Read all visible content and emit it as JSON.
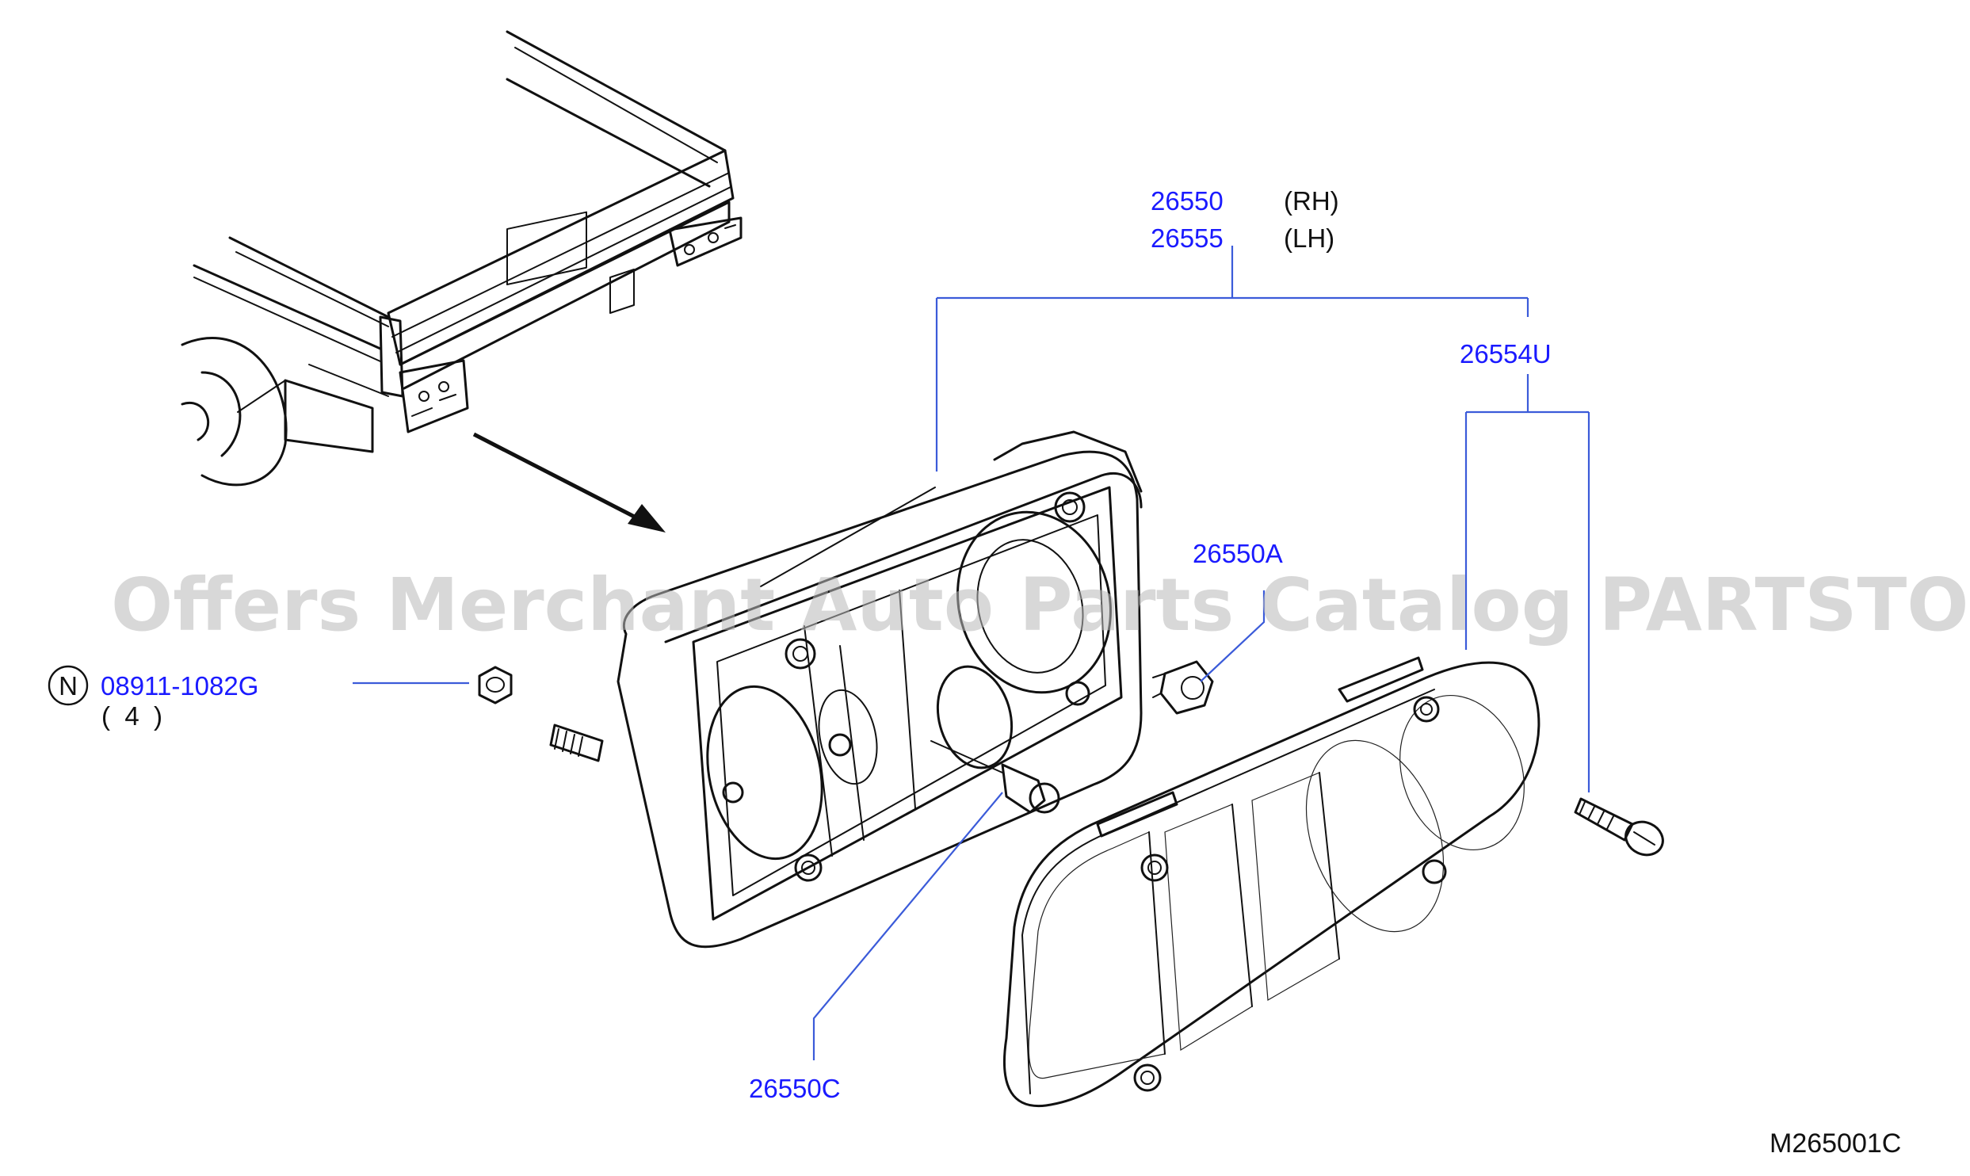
{
  "diagram": {
    "drawing_ref": "M265001C",
    "watermark": "Offers Merchant Auto Parts Catalog PARTSTORE.SA",
    "assembly": {
      "rh": {
        "part_no": "26550",
        "side": "(RH)"
      },
      "lh": {
        "part_no": "26555",
        "side": "(LH)"
      }
    },
    "parts": {
      "lens": "26554U",
      "socket": "26550A",
      "bulb": "26550C",
      "nut": {
        "marker": "N",
        "part_no": "08911-1082G",
        "qty": "(  4  )"
      }
    }
  }
}
